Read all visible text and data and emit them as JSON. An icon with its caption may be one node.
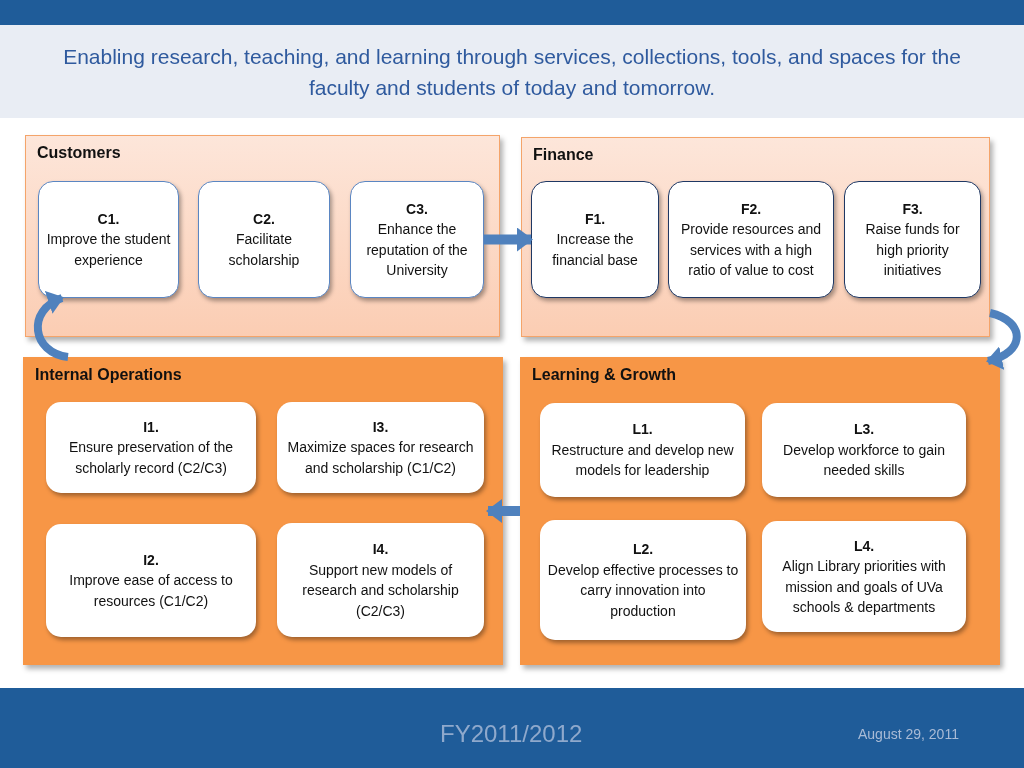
{
  "diagram": {
    "title": "Enabling research, teaching, and learning through services, collections, tools, and spaces for the faculty and students of today and tomorrow.",
    "nodes": [
      {
        "text": [
          "Customers"
        ]
      },
      {
        "text": [
          "C1.",
          "Improve the student experience"
        ],
        "in": 0
      },
      {
        "text": [
          "C2.",
          "Facilitate scholarship"
        ],
        "in": 0
      },
      {
        "text": [
          "C3.",
          "Enhance the reputation of the University"
        ],
        "in": 0
      },
      {
        "text": [
          "Finance"
        ]
      },
      {
        "text": [
          "F1.",
          "Increase the financial base"
        ],
        "in": 4
      },
      {
        "text": [
          "F2.",
          "Provide resources and services with a high ratio of value to cost"
        ],
        "in": 4
      },
      {
        "text": [
          "F3.",
          "Raise funds for high priority initiatives"
        ],
        "in": 4
      },
      {
        "text": [
          "Internal Operations"
        ]
      },
      {
        "text": [
          "I1.",
          "Ensure preservation of the scholarly record (C2/C3)"
        ],
        "in": 8
      },
      {
        "text": [
          "I3.",
          "Maximize spaces for research and scholarship (C1/C2)"
        ],
        "in": 8
      },
      {
        "text": [
          "I2.",
          "Improve ease of access to resources (C1/C2)"
        ],
        "in": 8
      },
      {
        "text": [
          "I4.",
          "Support new models of research and scholarship (C2/C3)"
        ],
        "in": 8
      },
      {
        "text": [
          "Learning & Growth"
        ]
      },
      {
        "text": [
          "L1.",
          "Restructure and develop new models for leadership"
        ],
        "in": 13
      },
      {
        "text": [
          "L3.",
          "Develop workforce to gain needed skills"
        ],
        "in": 13
      },
      {
        "text": [
          "L2.",
          "Develop effective processes to carry innovation into production"
        ],
        "in": 13
      },
      {
        "text": [
          "L4.",
          "Align Library priorities with mission and goals of UVa schools & departments"
        ],
        "in": 13
      }
    ],
    "edges": [
      {
        "from": 3,
        "to": 5,
        "arrow": "to"
      },
      {
        "from": 4,
        "to": 13,
        "arrow": "to"
      },
      {
        "from": 13,
        "to": 8,
        "arrow": "to"
      },
      {
        "from": 8,
        "to": 1,
        "arrow": "to"
      }
    ],
    "labels": [
      "FY2011/2012",
      "August 29, 2011"
    ]
  }
}
